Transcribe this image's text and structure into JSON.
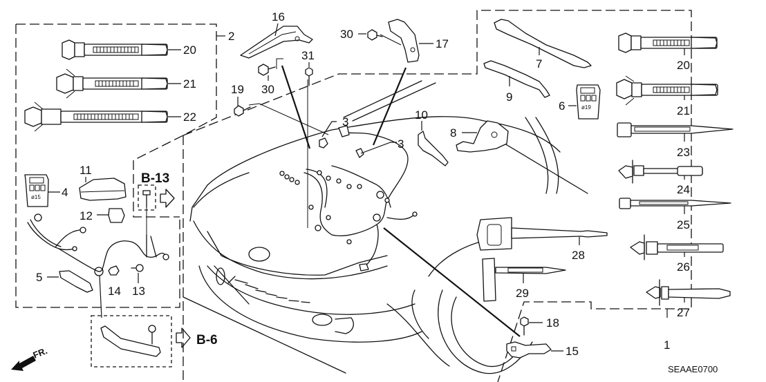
{
  "diagram": {
    "title": "Engine Wire Harness Clips / Brackets",
    "drawing_code": "SEAAE0700",
    "direction_label": "FR.",
    "references": [
      {
        "id": "B-13",
        "label": "B-13"
      },
      {
        "id": "B-6",
        "label": "B-6"
      }
    ],
    "group_labels": {
      "kit_left": "2",
      "kit_right": "1"
    },
    "callouts": {
      "p1": "1",
      "p2": "2",
      "p3a": "3",
      "p3b": "3",
      "p4": "4",
      "p5": "5",
      "p6": "6",
      "p7": "7",
      "p8": "8",
      "p9": "9",
      "p10": "10",
      "p11": "11",
      "p12": "12",
      "p13": "13",
      "p14": "14",
      "p15": "15",
      "p16": "16",
      "p17": "17",
      "p18": "18",
      "p19": "19",
      "p20L": "20",
      "p21L": "21",
      "p22": "22",
      "p20R": "20",
      "p21R": "21",
      "p23": "23",
      "p24": "24",
      "p25": "25",
      "p26": "26",
      "p27": "27",
      "p28": "28",
      "p29": "29",
      "p30a": "30",
      "p30b": "30",
      "p31": "31"
    },
    "connector_marks": {
      "p4": "ø15",
      "p6": "ø19"
    }
  }
}
